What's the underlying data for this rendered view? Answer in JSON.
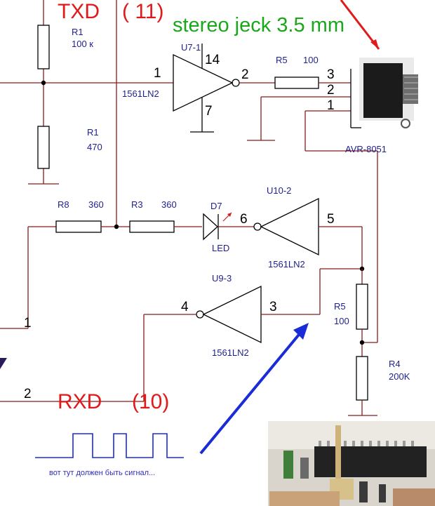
{
  "signals": {
    "txd": "TXD",
    "txd_pin": "( 11)",
    "rxd": "RXD",
    "rxd_pin": "(10)"
  },
  "jack_title": "stereo jeck 3.5 mm",
  "components": {
    "r1_top": {
      "ref": "R1",
      "value": "100 к"
    },
    "r1_bottom": {
      "ref": "R1",
      "value": "470"
    },
    "r8": {
      "ref": "R8",
      "value": "360"
    },
    "r3": {
      "ref": "R3",
      "value": "360"
    },
    "r5_top": {
      "ref": "R5",
      "value": "100"
    },
    "r5_bottom": {
      "ref": "R5",
      "value": "100"
    },
    "r4": {
      "ref": "R4",
      "value": "200K"
    },
    "d7": {
      "ref": "D7",
      "value": "LED"
    },
    "u7": {
      "ref": "U7-1",
      "type": "1561LN2",
      "pin_in": "1",
      "pin_out": "2",
      "pin_vcc": "14",
      "pin_gnd": "7"
    },
    "u10": {
      "ref": "U10-2",
      "type": "1561LN2",
      "pin_in": "5",
      "pin_out": "6"
    },
    "u9": {
      "ref": "U9-3",
      "type": "1561LN2",
      "pin_in": "3",
      "pin_out": "4"
    }
  },
  "jack_pins": [
    "3",
    "2",
    "1"
  ],
  "board_label": "AVR-8051",
  "left_pins": {
    "pin1": "1",
    "pin2": "2"
  },
  "annotation": "вот тут должен быть сигнал...",
  "colors": {
    "wire": "#8a1a1a",
    "label": "#1f1f8f",
    "signal_red": "#e01a1a",
    "title_green": "#1aa71a",
    "arrow_blue": "#1a2bd8",
    "arrow_red": "#e01a1a"
  }
}
